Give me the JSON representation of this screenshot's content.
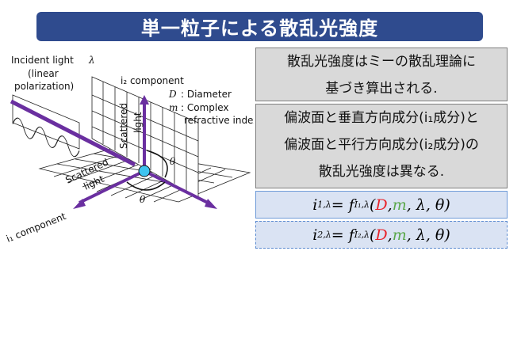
{
  "title": "単一粒子による散乱光強度",
  "diagram": {
    "incident": "Incident light",
    "lambda": "λ",
    "linear": "(linear",
    "polarization": "polarization)",
    "i2": "i₂ component",
    "i1": "i₁ component",
    "D": "D",
    "diameter": ": Diameter",
    "m": "m",
    "complex": ": Complex",
    "refractive": "refractive index",
    "scattered_v": "Scattered",
    "light_v": "light",
    "scattered_h": "Scattered",
    "light_h": "light",
    "theta": "θ"
  },
  "text1": [
    "散乱光強度はミーの散乱理論に",
    "基づき算出される."
  ],
  "text2": [
    "偏波面と垂直方向成分(i₁成分)と",
    "偏波面と平行方向成分(i₂成分)の",
    "散乱光強度は異なる."
  ],
  "eq1": {
    "lhs": "i",
    "lsub": "1,λ",
    "eq": " = f",
    "fsub": "I₁,λ",
    "open": "(",
    "D": "D",
    ",1": ", ",
    "m": "m",
    "rest": ", λ, θ)"
  },
  "eq2": {
    "lhs": "i",
    "lsub": "2,λ",
    "eq": " = f",
    "fsub": "I₂,λ",
    "open": "(",
    "D": "D",
    ",1": ", ",
    "m": "m",
    "rest": ", λ, θ)"
  },
  "colors": {
    "title_bg": "#2f4b8e",
    "arrow": "#6a2fa0",
    "particle": "#3fc4f0"
  }
}
